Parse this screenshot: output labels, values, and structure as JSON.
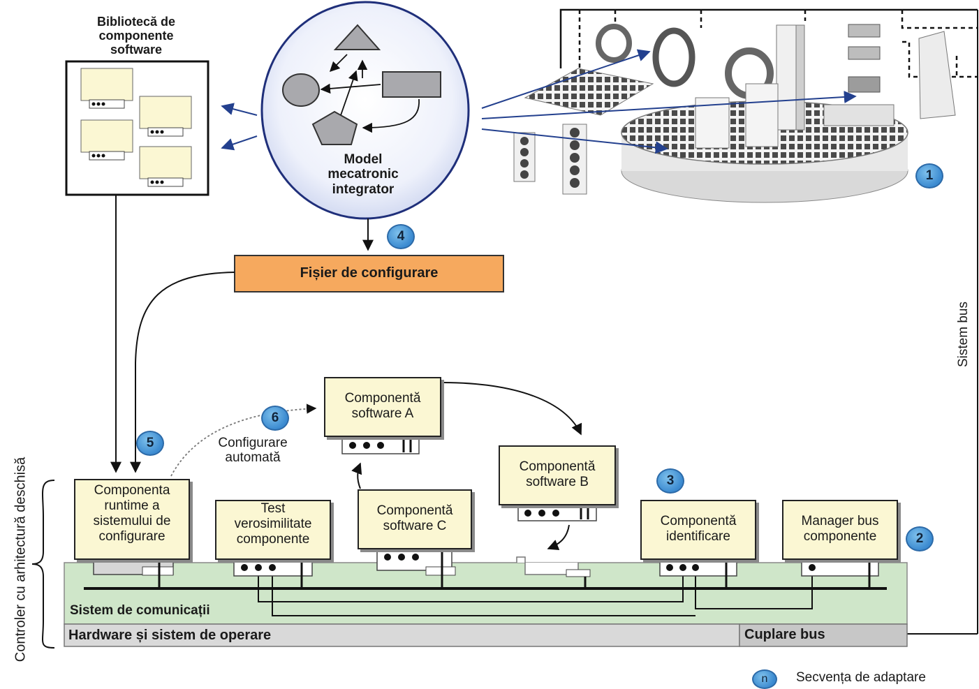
{
  "library": {
    "title_lines": [
      "Bibliotecă de",
      "componente",
      "software"
    ]
  },
  "model": {
    "title_lines": [
      "Model",
      "mecatronic",
      "integrator"
    ]
  },
  "config_file": {
    "label": "Fișier de configurare"
  },
  "bus_system": {
    "label": "Sistem bus"
  },
  "controller": {
    "label": "Controler cu arhitectură deschisă"
  },
  "auto_config": {
    "lines": [
      "Configurare",
      "automată"
    ]
  },
  "components": {
    "runtime": {
      "lines": [
        "Componenta",
        "runtime a",
        "sistemului de",
        "configurare"
      ]
    },
    "test": {
      "lines": [
        "Test",
        "verosimilitate",
        "componente"
      ]
    },
    "software_c": {
      "lines": [
        "Componentă",
        "software C"
      ]
    },
    "software_a": {
      "lines": [
        "Componentă",
        "software A"
      ]
    },
    "software_b": {
      "lines": [
        "Componentă",
        "software B"
      ]
    },
    "identification": {
      "lines": [
        "Componentă",
        "identificare"
      ]
    },
    "bus_manager": {
      "lines": [
        "Manager bus",
        "componente"
      ]
    }
  },
  "layers": {
    "communication": "Sistem de comunicații",
    "hardware_os": "Hardware și sistem de operare",
    "bus_coupling": "Cuplare bus"
  },
  "badges": [
    "1",
    "2",
    "3",
    "4",
    "5",
    "6"
  ],
  "legend": {
    "symbol": "n",
    "label": "Secvența de adaptare"
  },
  "colors": {
    "component_fill": "#fbf7d3",
    "config_fill": "#f6a95e",
    "comm_layer": "#cfe6c9",
    "badge": "#3b8ad0",
    "ellipse_stroke": "#1f2f7a"
  }
}
